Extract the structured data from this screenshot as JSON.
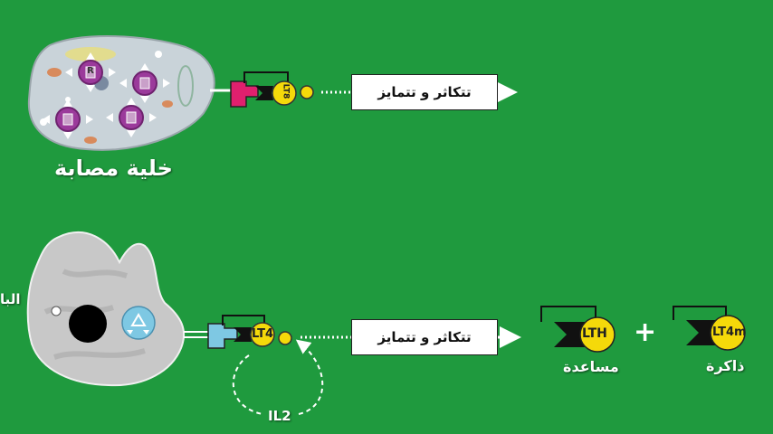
{
  "top": {
    "cell_label": "خلية مصابة",
    "cell_marker": "R",
    "receptor_cell_label": "LT8",
    "process_label": "تتكاثر و تتمايز"
  },
  "bottom": {
    "edge_text": "البا",
    "receptor_cell_label": "LT4",
    "process_label": "تتكاثر و تتمايز",
    "signal_label": "IL2",
    "result1": {
      "cell": "LTH",
      "label": "مساعدة"
    },
    "plus": "+",
    "result2": {
      "cell": "LT4m",
      "label": "ذاكرة"
    }
  },
  "colors": {
    "background": "#1f9a3e",
    "lt_yellow": "#f5d90a",
    "receptor_magenta": "#e0206e",
    "receptor_cyan": "#7ec8e3",
    "marker_purple": "#9b3a9b"
  }
}
